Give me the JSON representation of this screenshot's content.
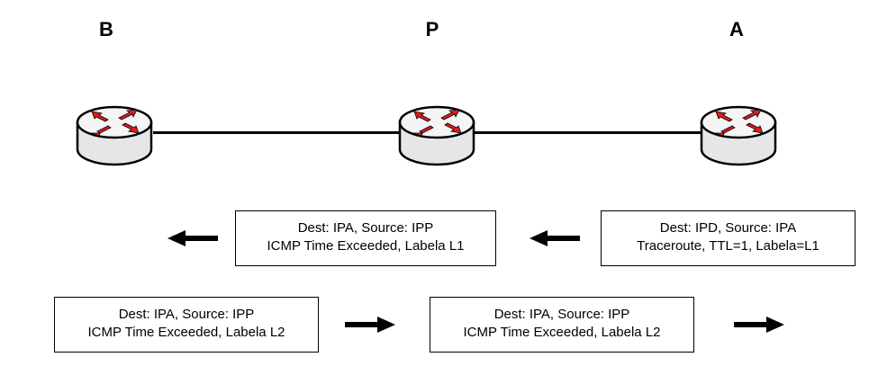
{
  "nodes": [
    {
      "id": "B",
      "label": "B"
    },
    {
      "id": "P",
      "label": "P"
    },
    {
      "id": "A",
      "label": "A"
    }
  ],
  "messages": [
    {
      "line1": "Dest: IPD, Source: IPA",
      "line2": "Traceroute, TTL=1, Labela=L1"
    },
    {
      "line1": "Dest: IPA, Source: IPP",
      "line2": "ICMP Time Exceeded, Labela L1"
    },
    {
      "line1": "Dest: IPA, Source: IPP",
      "line2": "ICMP Time Exceeded, Labela L2"
    },
    {
      "line1": "Dest: IPA, Source: IPP",
      "line2": "ICMP Time Exceeded, Labela L2"
    }
  ],
  "colors": {
    "router_body": "#e6e6e6",
    "router_top": "#f5f5f5",
    "router_arrow": "#e21b1b",
    "line": "#000000"
  }
}
